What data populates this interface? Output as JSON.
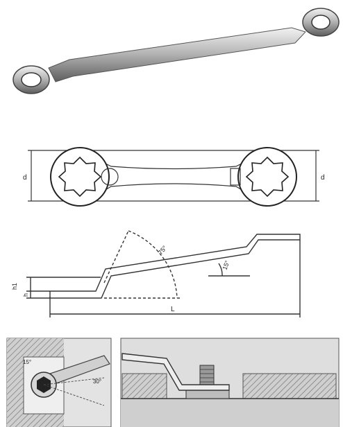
{
  "photo": {
    "icon": "double-ended-offset-ring-spanner-photo"
  },
  "top_view": {
    "label_left": "d",
    "label_right": "d"
  },
  "side_view": {
    "label_h1": "h1",
    "label_h": "h",
    "label_angle_big": "75°",
    "label_angle_small": "15°",
    "label_length": "L"
  },
  "usage": {
    "label_angle_a": "15°",
    "label_angle_b": "30°",
    "left_icon": "hexagon-nut-in-recess-icon",
    "right_icon": "offset-spanner-over-bolt-icon"
  },
  "colors": {
    "metal": "#c9c9c9",
    "metal_dark": "#6a6a6a",
    "line": "#333333",
    "hatch": "#8a8a8a"
  }
}
